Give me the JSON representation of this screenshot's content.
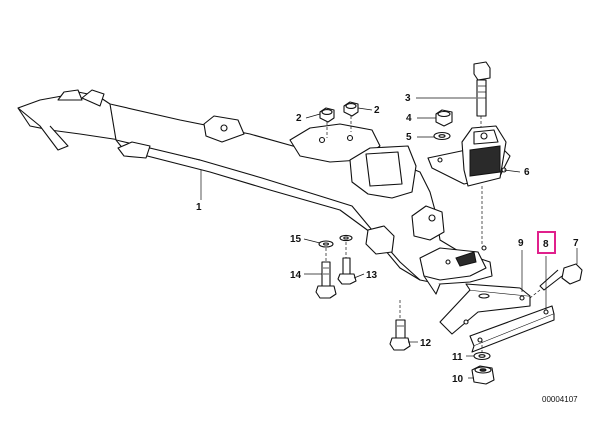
{
  "diagram_id": "00004107",
  "highlight_color": "#e0208c",
  "callouts": {
    "c1": "1",
    "c2": "2",
    "c3": "3",
    "c4": "4",
    "c5": "5",
    "c6": "6",
    "c7": "7",
    "c8": "8",
    "c9": "9",
    "c10": "10",
    "c11": "11",
    "c12": "12",
    "c13": "13",
    "c14": "14",
    "c15": "15"
  },
  "highlighted_callout": "8"
}
